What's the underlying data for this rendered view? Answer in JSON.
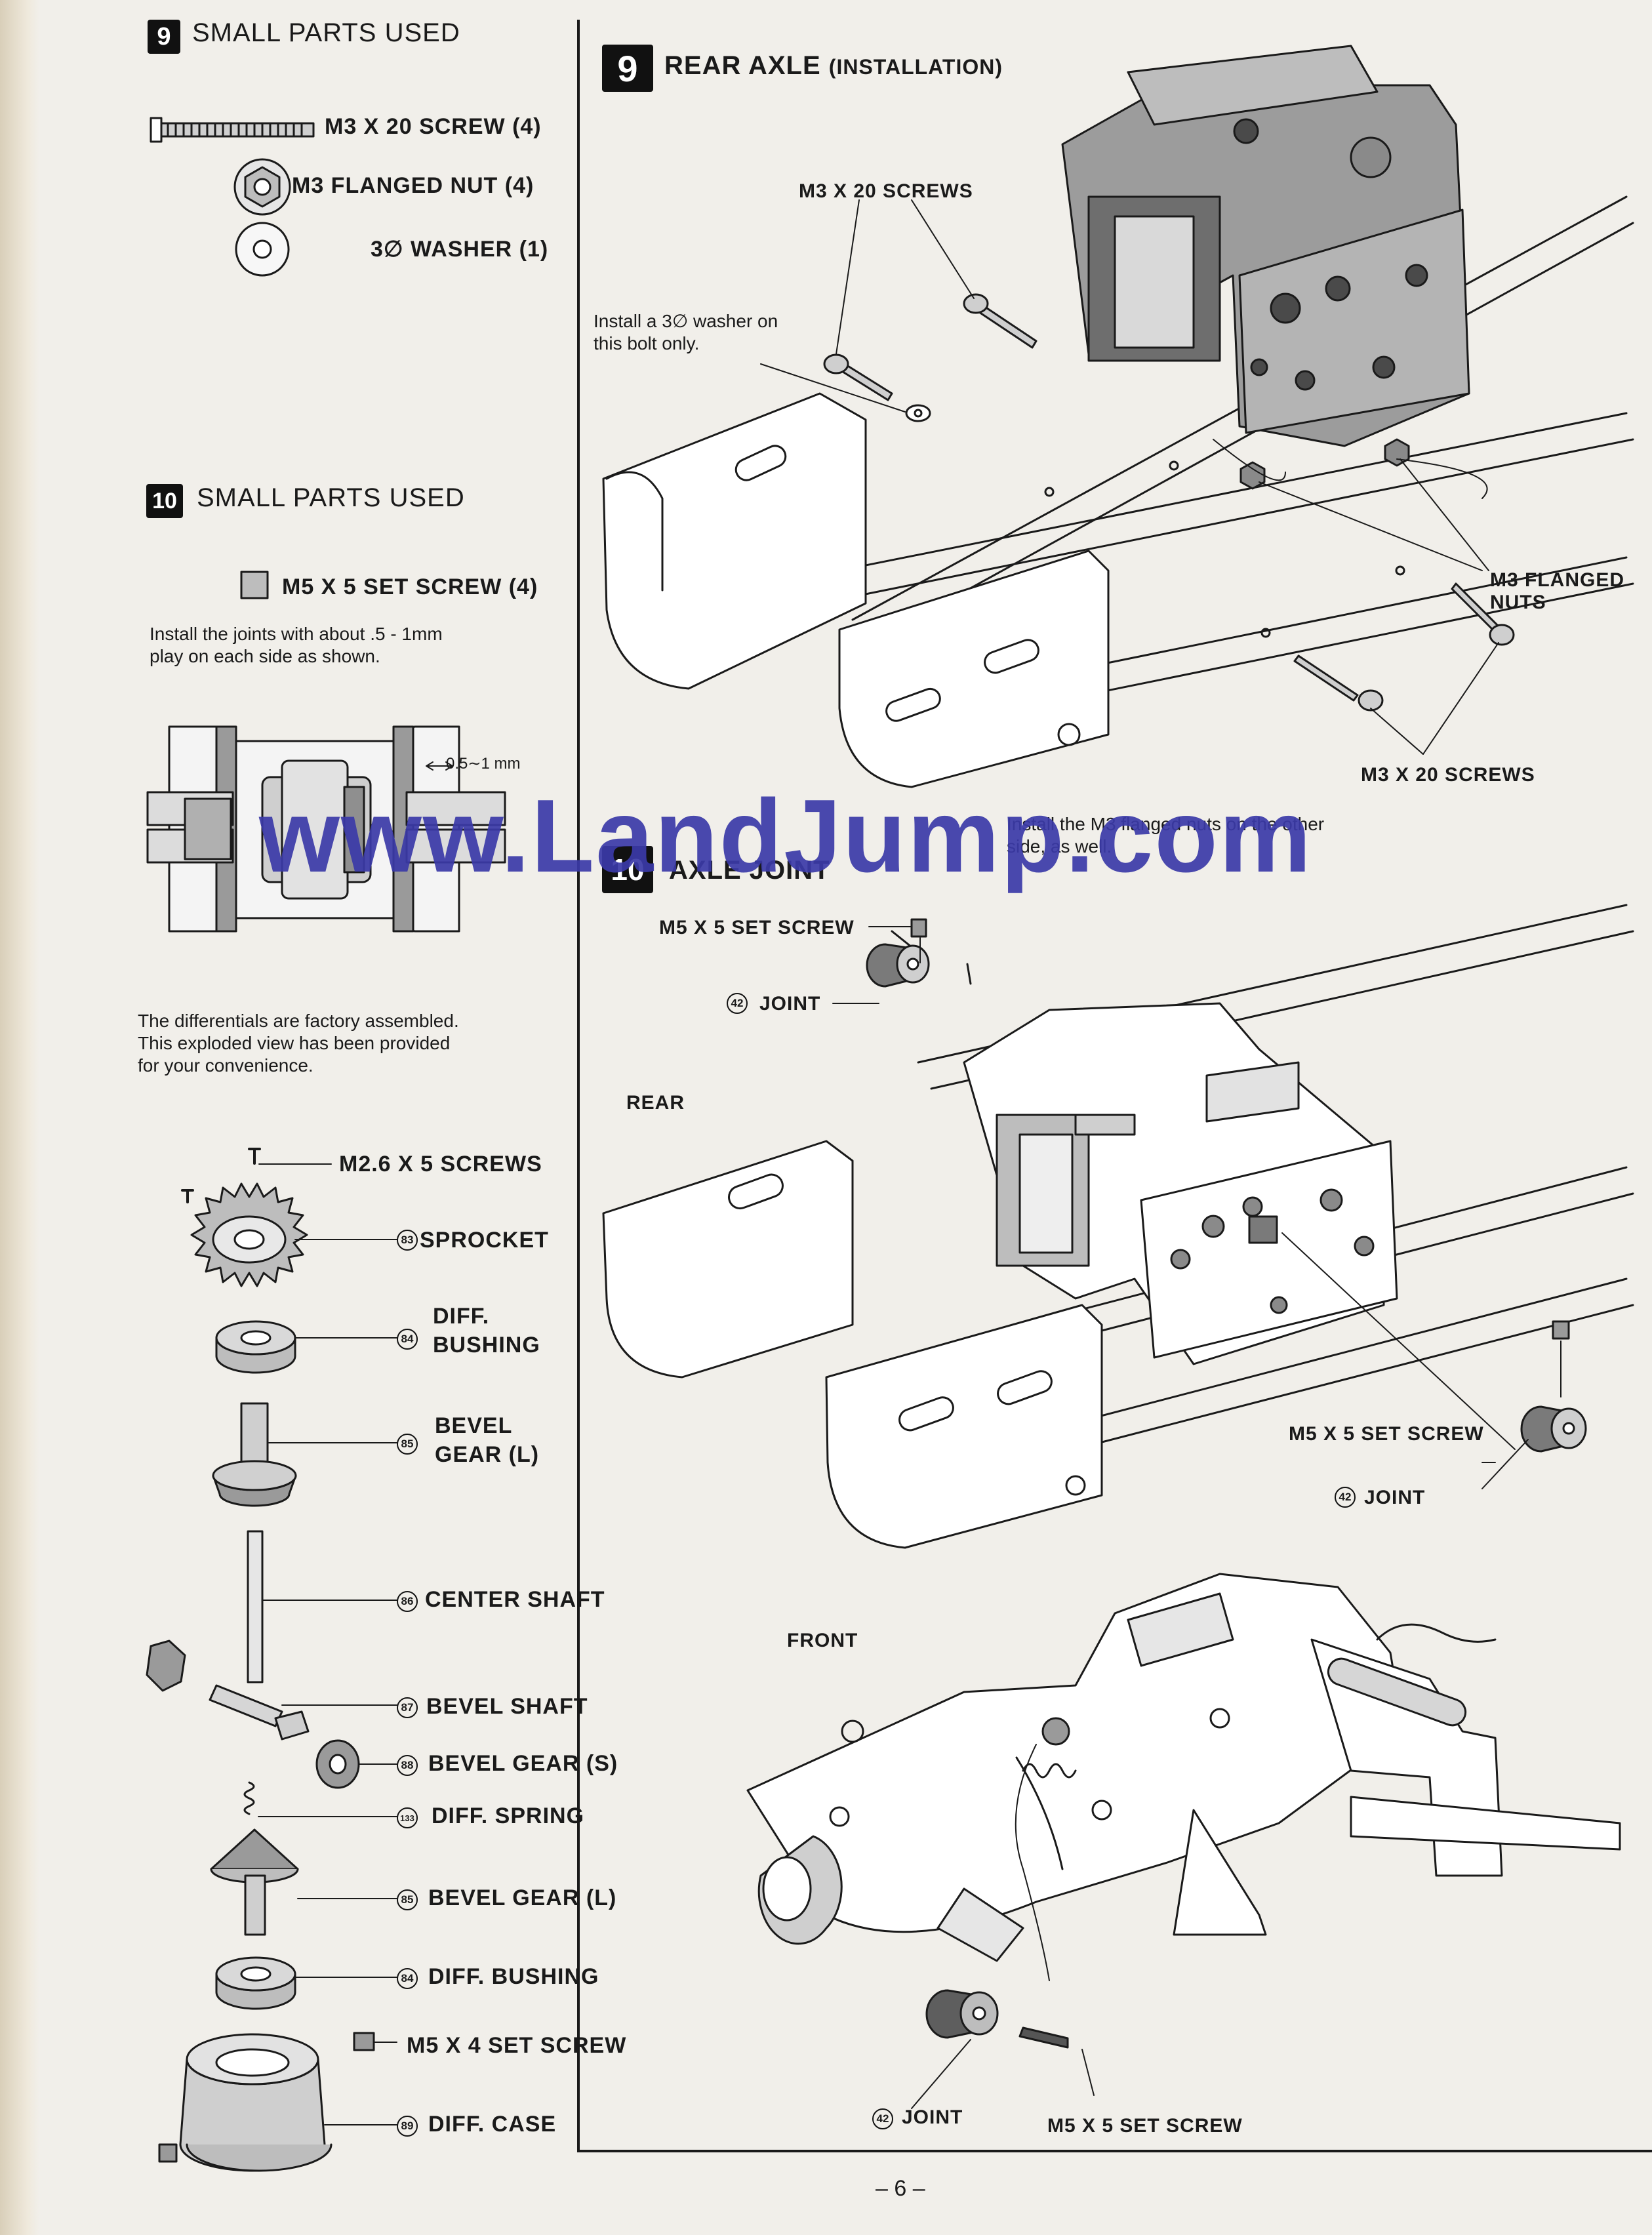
{
  "left_panel": {
    "section9": {
      "badge": "9",
      "title": "SMALL PARTS USED",
      "parts": [
        {
          "label": "M3 X 20 SCREW (4)"
        },
        {
          "label": "M3 FLANGED NUT (4)"
        },
        {
          "label": "3∅ WASHER (1)"
        }
      ]
    },
    "section10": {
      "badge": "10",
      "title": "SMALL PARTS USED",
      "part": "M5 X 5 SET SCREW (4)",
      "note": "Install the joints with about .5 - 1mm\nplay on each side as shown.",
      "dimension": "0.5∼1 mm",
      "diff_note": "The differentials are factory assembled.\nThis exploded view has been provided\nfor your convenience."
    },
    "diff_parts": [
      {
        "num": "",
        "label": "M2.6 X 5 SCREWS"
      },
      {
        "num": "83",
        "label": "SPROCKET"
      },
      {
        "num": "84",
        "label": "DIFF.\nBUSHING"
      },
      {
        "num": "85",
        "label": "BEVEL\nGEAR (L)"
      },
      {
        "num": "86",
        "label": "CENTER SHAFT"
      },
      {
        "num": "87",
        "label": "BEVEL SHAFT"
      },
      {
        "num": "88",
        "label": "BEVEL GEAR (S)"
      },
      {
        "num": "133",
        "label": "DIFF. SPRING"
      },
      {
        "num": "85",
        "label": "BEVEL GEAR (L)"
      },
      {
        "num": "84",
        "label": "DIFF. BUSHING"
      },
      {
        "num": "",
        "label": "M5 X 4 SET SCREW"
      },
      {
        "num": "89",
        "label": "DIFF. CASE"
      }
    ]
  },
  "right_panel": {
    "section9": {
      "badge": "9",
      "title": "REAR AXLE",
      "subtitle": "(INSTALLATION)",
      "labels": {
        "screws_top": "M3 X 20 SCREWS",
        "washer_note": "Install a 3∅ washer on\nthis bolt only.",
        "flanged_nuts": "M3 FLANGED\nNUTS",
        "screws_bottom": "M3 X 20 SCREWS",
        "nuts_note": "Install the M3 flanged nuts on the other\nside, as well."
      }
    },
    "section10": {
      "badge": "10",
      "title": "AXLE JOINT",
      "labels": {
        "set_screw_top": "M5 X 5 SET SCREW",
        "joint_num": "42",
        "joint": "JOINT",
        "rear": "REAR",
        "set_screw_right": "M5 X 5 SET SCREW",
        "joint_right": "JOINT",
        "front": "FRONT",
        "joint_bottom": "JOINT",
        "set_screw_bottom": "M5 X 5 SET SCREW"
      }
    }
  },
  "watermark": "www.LandJump.com",
  "page_number": "– 6 –"
}
